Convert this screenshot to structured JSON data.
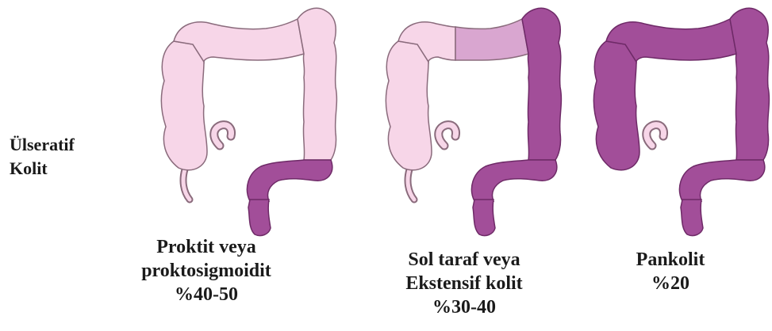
{
  "title": {
    "line1": "Ülseratif",
    "line2": "Kolit"
  },
  "colors": {
    "inflamed": "#a24e99",
    "inflamed_stroke": "#6e2a67",
    "healthy": "#f7d6e8",
    "healthy_stroke": "#8a6b7c",
    "mid_transverse": "#d9a6d0"
  },
  "panels": [
    {
      "id": "proctitis",
      "caption_lines": [
        "Proktit veya",
        "proktosigmoidit",
        "%40-50"
      ]
    },
    {
      "id": "left-sided",
      "caption_lines": [
        "Sol taraf veya",
        "Ekstensif kolit",
        "%30-40"
      ]
    },
    {
      "id": "pancolitis",
      "caption_lines": [
        "Pankolit",
        "%20"
      ]
    }
  ]
}
